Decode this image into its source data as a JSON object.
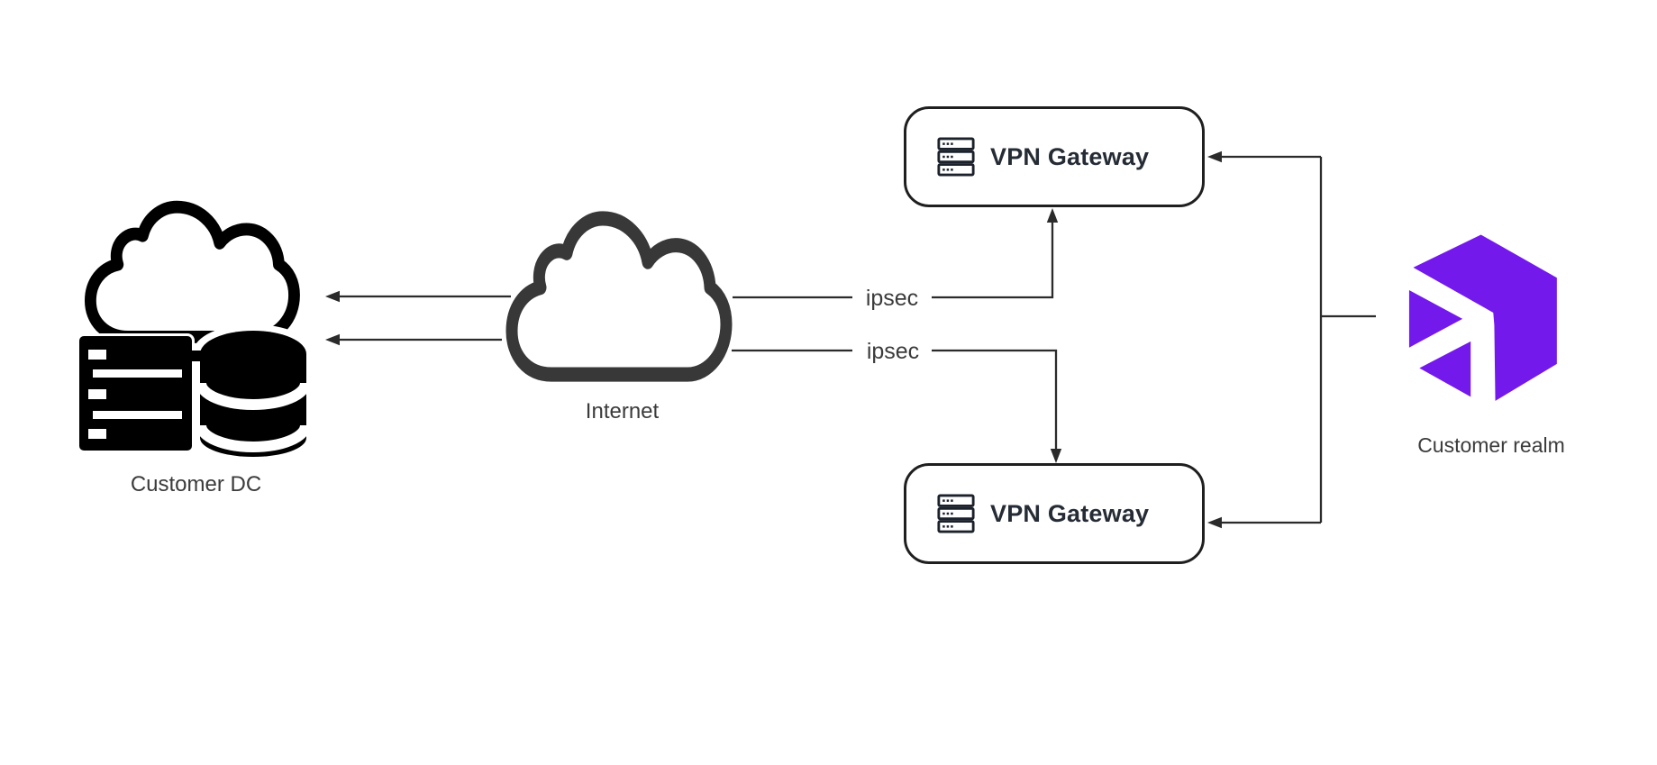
{
  "diagram": {
    "nodes": {
      "customer_dc": {
        "label": "Customer DC",
        "icon": "cloud-datacenter-icon"
      },
      "internet": {
        "label": "Internet",
        "icon": "cloud-icon"
      },
      "vpn_gateway_top": {
        "label": "VPN Gateway",
        "icon": "server-stack-icon"
      },
      "vpn_gateway_bottom": {
        "label": "VPN Gateway",
        "icon": "server-stack-icon"
      },
      "customer_realm": {
        "label": "Customer realm",
        "icon": "purple-cube-arrow-logo"
      }
    },
    "edges": [
      {
        "from": "internet",
        "to": "customer_dc",
        "label": ""
      },
      {
        "from": "internet",
        "to": "customer_dc",
        "label": ""
      },
      {
        "from": "internet",
        "to": "vpn_gateway_top",
        "label": "ipsec"
      },
      {
        "from": "internet",
        "to": "vpn_gateway_bottom",
        "label": "ipsec"
      },
      {
        "from": "customer_realm",
        "to": "vpn_gateway_top",
        "label": ""
      },
      {
        "from": "customer_realm",
        "to": "vpn_gateway_bottom",
        "label": ""
      }
    ],
    "colors": {
      "background": "#ffffff",
      "connector_line": "#2b2b2b",
      "label_text": "#3b3b3b",
      "node_border": "#1f1f1f",
      "vpn_text": "#262c35",
      "dc_icon": "#000000",
      "internet_cloud": "#383838",
      "brand_purple": "#7319eb"
    }
  }
}
